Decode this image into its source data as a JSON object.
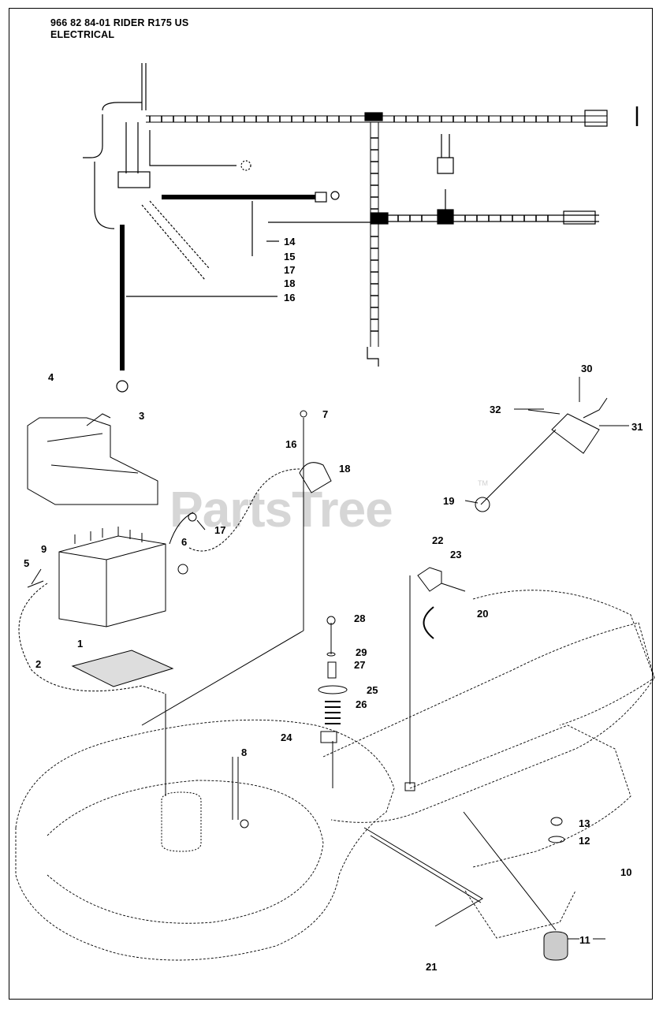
{
  "header": {
    "line1": "966 82 84-01 RIDER R175 US",
    "line2": "ELECTRICAL"
  },
  "watermark": {
    "text": "PartsTree",
    "tm": "TM",
    "color": "#d6d6d6"
  },
  "callouts": {
    "c1": "1",
    "c2": "2",
    "c3": "3",
    "c4": "4",
    "c5": "5",
    "c6": "6",
    "c7": "7",
    "c8": "8",
    "c9": "9",
    "c10": "10",
    "c11": "11",
    "c12": "12",
    "c13": "13",
    "c14": "14",
    "c15": "15",
    "c16a": "16",
    "c16b": "16",
    "c17a": "17",
    "c17b": "17",
    "c18a": "18",
    "c18b": "18",
    "c19": "19",
    "c20": "20",
    "c21": "21",
    "c22": "22",
    "c23": "23",
    "c24": "24",
    "c25": "25",
    "c26": "26",
    "c27": "27",
    "c28": "28",
    "c29": "29",
    "c30": "30",
    "c31": "31",
    "c32": "32"
  }
}
